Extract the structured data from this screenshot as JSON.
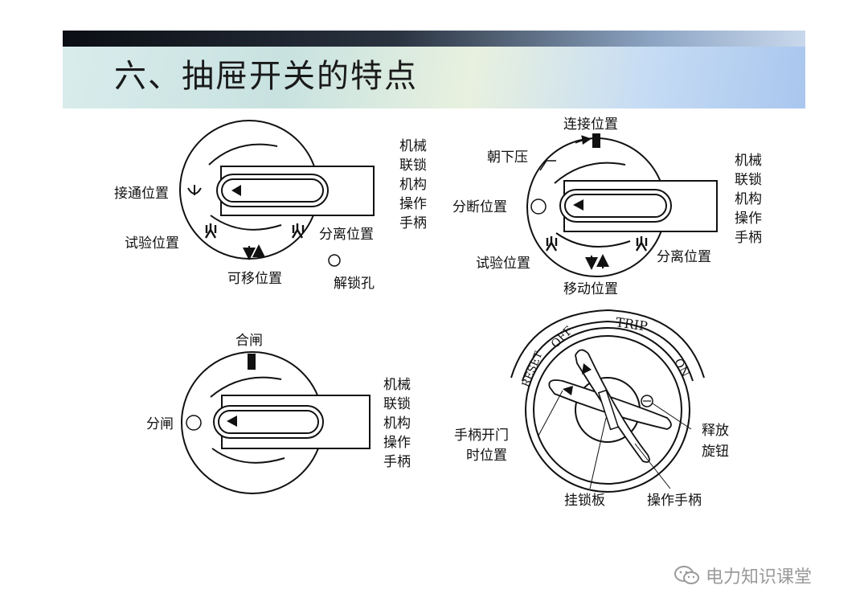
{
  "title": "六、抽屉开关的特点",
  "diagram1": {
    "connected": "接通位置",
    "test": "试验位置",
    "movable": "可移位置",
    "separated": "分离位置",
    "unlock_hole": "解锁孔",
    "handle_label": [
      "机械",
      "联锁",
      "机构",
      "操作",
      "手柄"
    ]
  },
  "diagram2": {
    "connect": "连接位置",
    "press_down": "朝下压",
    "disconnect": "分断位置",
    "test": "试验位置",
    "moving": "移动位置",
    "separated": "分离位置",
    "handle_label": [
      "机械",
      "联锁",
      "机构",
      "操作",
      "手柄"
    ]
  },
  "diagram3": {
    "close": "合闸",
    "open": "分闸",
    "handle_label": [
      "机械",
      "联锁",
      "机构",
      "操作",
      "手柄"
    ]
  },
  "diagram4": {
    "reset": "RESET",
    "off": "OFF",
    "trip": "TRIP",
    "on": "ON",
    "release_knob": [
      "释放",
      "旋钮"
    ],
    "door_open_position": [
      "手柄开门",
      "时位置"
    ],
    "padlock_plate": "挂锁板",
    "operating_handle": "操作手柄"
  },
  "watermark": "电力知识课堂",
  "icons": {
    "watermark": "wechat-icon"
  }
}
